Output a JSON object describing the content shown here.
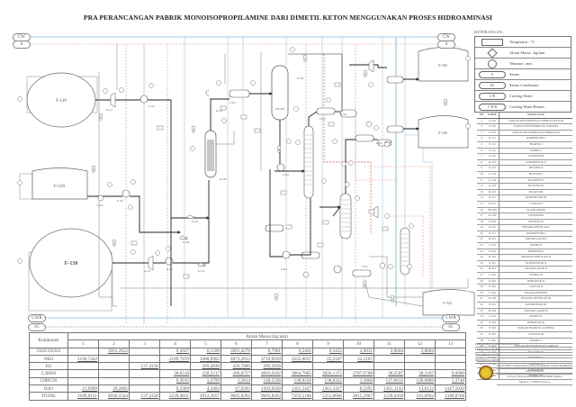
{
  "title": "PRA PERANCANGAN PABRIK MONOISOPROPILAMINE DARI DIMETIL KETON MENGGUNAKAN PROSES HIDROAMINASI",
  "utility_tags": {
    "cw_left": "CW",
    "s_left": "S",
    "cw_right": "CW",
    "s_right": "S",
    "cwr_left": "CWR",
    "sc_left": "SC",
    "cwr_right": "CWR",
    "sc_right": "SC"
  },
  "legend": {
    "header": "KETERANGAN :",
    "items": [
      {
        "symbol": "rectangle",
        "label": "Temperatur : °C"
      },
      {
        "symbol": "diamond",
        "label": "Aliran Massa : kg/jam"
      },
      {
        "symbol": "circle",
        "label": "Tekanan : atm"
      },
      {
        "symbol": "pill",
        "code": "S",
        "label": "Steam"
      },
      {
        "symbol": "pill",
        "code": "SC",
        "label": "Steam Condensate"
      },
      {
        "symbol": "pill",
        "code": "C W",
        "label": "Cooling Water"
      },
      {
        "symbol": "pill",
        "code": "C W R",
        "label": "Cooling Water Return"
      }
    ]
  },
  "equipment_labels": {
    "tanks": [
      "F-110",
      "F-120",
      "F-130",
      "F-326",
      "F-336",
      "F-343"
    ],
    "reactor": "R-210",
    "separator": "FD-230",
    "columns": [
      "D-310",
      "D-320",
      "D-330"
    ],
    "heat_exchangers": [
      "E-112",
      "E-122",
      "E-132",
      "E-212",
      "E-213",
      "E-233",
      "E-321",
      "E-322"
    ],
    "pumps_compressors": [
      "L-121",
      "G-133",
      "G-134",
      "G-135",
      "K-111",
      "K-131",
      "K-211",
      "K-232"
    ],
    "accumulators": [
      "H-312",
      "H-322"
    ]
  },
  "component_list": {
    "headers": [
      "NO",
      "KODE",
      "NAMA ALAT"
    ],
    "rows": [
      [
        "1",
        "F-110",
        "TANGKI PENYIMPANAN DIMETIL KETON"
      ],
      [
        "2",
        "F-120",
        "TANGKI PENYIMPANAN AMONIA"
      ],
      [
        "3",
        "F-130",
        "TANGKI PENYIMPANAN HIDROGEN"
      ],
      [
        "4",
        "K-111",
        "KOMPRESOR I"
      ],
      [
        "5",
        "E-112",
        "HEATER I"
      ],
      [
        "6",
        "L-121",
        "POMPA I"
      ],
      [
        "7",
        "E-122",
        "VAPORIZER"
      ],
      [
        "8",
        "K-131",
        "KOMPRESOR II"
      ],
      [
        "9",
        "E-132",
        "HEATER II"
      ],
      [
        "10",
        "G-133",
        "BLOWER I"
      ],
      [
        "11",
        "G-134",
        "BLOWER II"
      ],
      [
        "12",
        "G-135",
        "BLOWER III"
      ],
      [
        "13",
        "R-210",
        "REAKTOR"
      ],
      [
        "14",
        "K-211",
        "KOMPRESOR III"
      ],
      [
        "15",
        "E-212",
        "COOLER I"
      ],
      [
        "16",
        "FD-230",
        "FLASH DRUM"
      ],
      [
        "17",
        "K-232",
        "EXPANDER"
      ],
      [
        "18",
        "E-233",
        "HEATER III"
      ],
      [
        "19",
        "D-310",
        "MENARA DISTILASI I"
      ],
      [
        "20",
        "E-311",
        "KONDENSOR I"
      ],
      [
        "21",
        "H-312",
        "AKUMULATOR I"
      ],
      [
        "22",
        "L-313",
        "POMPA II"
      ],
      [
        "23",
        "E-314",
        "REBOILER I"
      ],
      [
        "24",
        "D-320",
        "MENARA DISTILASI II"
      ],
      [
        "25",
        "E-321",
        "KONDENSOR II"
      ],
      [
        "26",
        "H-322",
        "AKUMULATOR II"
      ],
      [
        "27",
        "L-323",
        "POMPA III"
      ],
      [
        "28",
        "E-324",
        "REBOILER II"
      ],
      [
        "29",
        "E-325",
        "COOLER II"
      ],
      [
        "30",
        "F-326",
        "TANGKI PRODUK"
      ],
      [
        "31",
        "D-330",
        "MENARA DISTILASI III"
      ],
      [
        "32",
        "E-331",
        "KONDENSOR III"
      ],
      [
        "33",
        "H-332",
        "AKUMULATOR III"
      ],
      [
        "34",
        "L-333",
        "POMPA IV"
      ],
      [
        "35",
        "E-334",
        "REBOILER III"
      ],
      [
        "36",
        "F-336",
        "TANGKI PRODUK SAMPING"
      ],
      [
        "37",
        "E-341",
        "COOLER III"
      ],
      [
        "38",
        "L-342",
        "POMPA V"
      ],
      [
        "39",
        "F-343",
        "TANGKI PENYIMPANAN LIMBAH"
      ],
      [
        "40",
        "G-344",
        "BLOWER IV"
      ],
      [
        "41",
        "E-345",
        "HEATER IV"
      ],
      [
        "42",
        "L-346",
        "POMPA VI"
      ],
      [
        "43",
        "E-347",
        "COOLER IV"
      ],
      [
        "44",
        "L-348",
        "POMPA VII"
      ]
    ]
  },
  "title_block": {
    "lines": [
      "PROGRAM STUDI TEKNIK KIMIA",
      "FAKULTAS TEKNIK",
      "DIGAMBAR OLEH : -",
      "DIPERIKSA OLEH : -",
      "FLOWSHEET PRA RANCANGAN PABRIK MONOISOPROPILAMINE",
      "UNIVERSITAS",
      "TUGAS PRA RANCANGAN PABRIK KIMIA",
      "SKALA : TANPA SKALA"
    ]
  },
  "stream_table": {
    "group_header": "Aliran Massa (kg/jam)",
    "component_header": "Komponen",
    "streams": [
      "1",
      "2",
      "3",
      "4",
      "5",
      "6",
      "7",
      "8",
      "9",
      "10",
      "11",
      "12",
      "13"
    ],
    "rows": [
      {
        "component": "CH3COCH3",
        "values": [
          "",
          "3991,2652",
          "",
          "0,3027",
          "0,1599",
          "3991,4278",
          "6,7961",
          "6,5461",
          "6,5435",
          "2,6831",
          "2,8604",
          "2,8604",
          ""
        ]
      },
      {
        "component": "NH3",
        "values": [
          "1166,7242",
          "",
          "",
          "2199,7870",
          "1488,9902",
          "4873,2014",
          "3710,9939",
          "2222,0037",
          "22,2187",
          "22,2187",
          "",
          "",
          ""
        ]
      },
      {
        "component": "H2",
        "values": [
          "",
          "",
          "137,4150",
          "",
          "289,2836",
          "426,7006",
          "289,2836",
          "",
          "",
          "",
          "",
          "",
          ""
        ]
      },
      {
        "component": "C3H9N",
        "values": [
          "",
          "",
          "",
          "38,6510",
          "228,2217",
          "266,8727",
          "4093,0102",
          "3864,7885",
          "3826,1375",
          "3787,6788",
          "38,2587",
          "38,2187",
          "0,0000"
        ]
      },
      {
        "component": "C6H15N",
        "values": [
          "",
          "",
          "",
          "0,3015",
          "1,2799",
          "1,2814",
          "140,1236",
          "138,8256",
          "138,8322",
          "1,1866",
          "137,6612",
          "136,0889",
          "1,3748"
        ]
      },
      {
        "component": "H2O",
        "values": [
          "21,0909",
          "39,2895",
          "",
          "0,3309",
          "4,3482",
          "67,0283",
          "1363,6928",
          "1361,3447",
          "1361,3427",
          "0,2295",
          "1361,1142",
          "13,6122",
          "1347,5020"
        ]
      },
      {
        "component": "TOTAL",
        "values": [
          "1189,8151",
          "4030,5544",
          "137,4150",
          "2239,4831",
          "2012,2057",
          "9605,8263",
          "9605,8263",
          "7593,5186",
          "5355,0666",
          "3815,2987",
          "1539,6458",
          "191,0002",
          "1348,8768"
        ]
      }
    ]
  }
}
